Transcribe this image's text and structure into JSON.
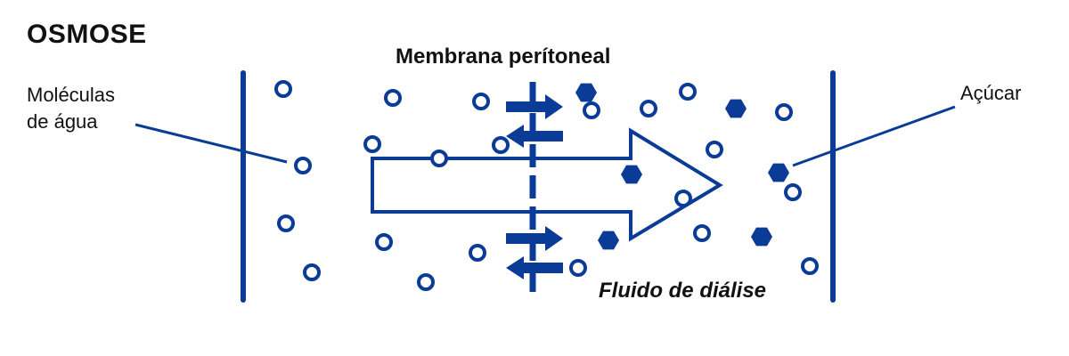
{
  "title": "OSMOSE",
  "labels": {
    "membrane": "Membrana perítoneal",
    "water_molecules_line1": "Moléculas",
    "water_molecules_line2": "de água",
    "sugar": "Açúcar",
    "dialysis_fluid": "Fluido de diálise"
  },
  "colors": {
    "primary_blue": "#0a3b96",
    "text": "#111111",
    "background": "#ffffff"
  },
  "icons": {
    "water_molecule": "hollow-circle",
    "sugar_molecule": "filled-hexagon",
    "flow_arrow": "large-outline-arrow-right"
  }
}
